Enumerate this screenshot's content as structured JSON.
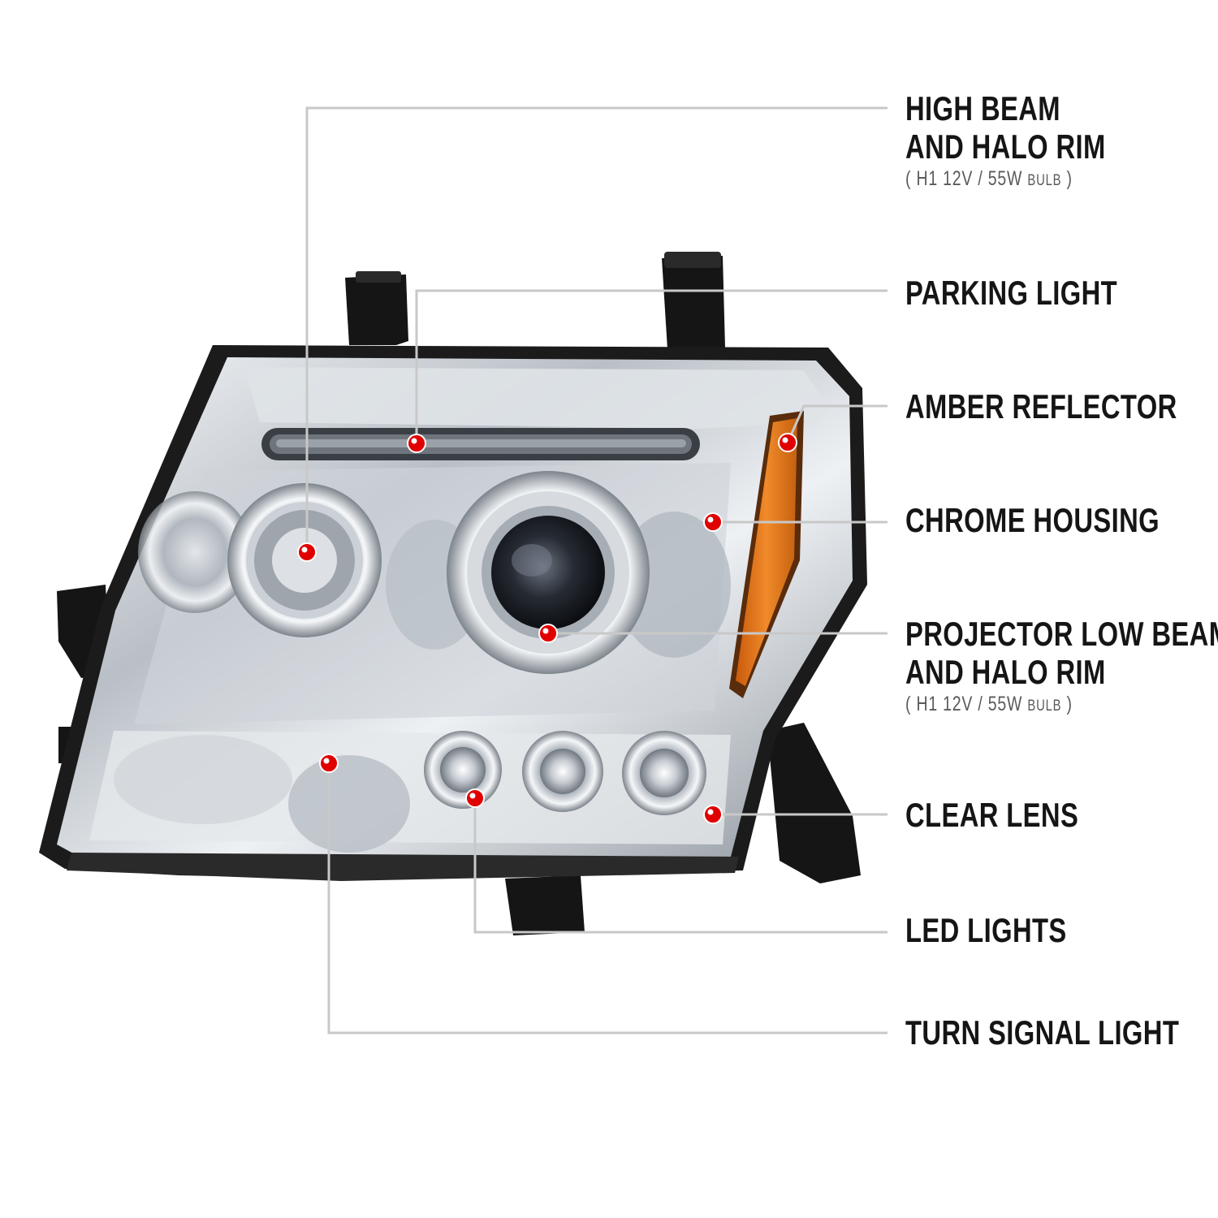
{
  "callouts": [
    {
      "id": "high-beam",
      "lines": [
        "HIGH BEAM",
        "AND HALO RIM"
      ],
      "sub": {
        "open": "( H1  12V / 55W ",
        "bulb": "BULB",
        "close": " )"
      }
    },
    {
      "id": "parking-light",
      "lines": [
        "PARKING LIGHT"
      ]
    },
    {
      "id": "amber-reflector",
      "lines": [
        "AMBER REFLECTOR"
      ]
    },
    {
      "id": "chrome-housing",
      "lines": [
        "CHROME HOUSING"
      ]
    },
    {
      "id": "projector-low-beam",
      "lines": [
        "PROJECTOR LOW BEAM",
        "AND HALO RIM"
      ],
      "sub": {
        "open": "( H1  12V / 55W ",
        "bulb": "BULB",
        "close": " )"
      }
    },
    {
      "id": "clear-lens",
      "lines": [
        "CLEAR LENS"
      ]
    },
    {
      "id": "led-lights",
      "lines": [
        "LED LIGHTS"
      ]
    },
    {
      "id": "turn-signal-light",
      "lines": [
        "TURN SIGNAL LIGHT"
      ]
    }
  ],
  "colors": {
    "leader_line": "#c8c8c8",
    "dot": "#e00000",
    "amber": "#e3761b",
    "housing_black": "#1a1a1a",
    "chrome": "#c9ced4"
  }
}
